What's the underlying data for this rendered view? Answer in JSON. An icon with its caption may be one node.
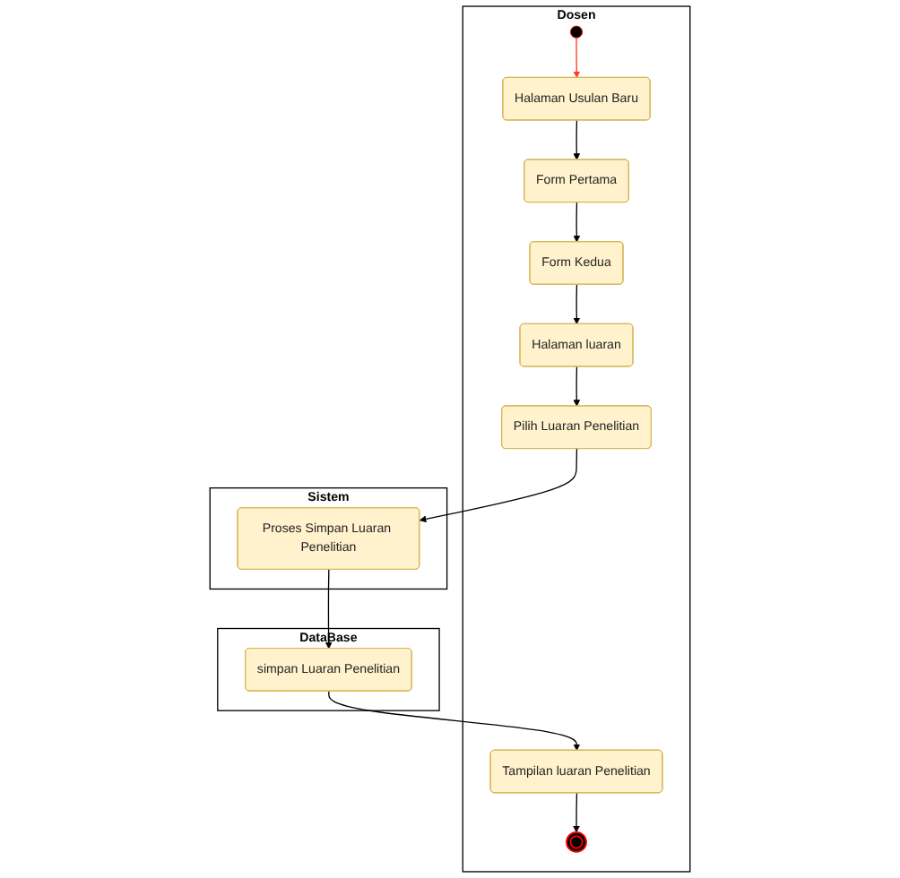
{
  "diagram": {
    "nodes": [
      {
        "text": [
          "Dosen"
        ]
      },
      {
        "text": [
          "Sistem"
        ]
      },
      {
        "text": [
          "DataBase"
        ]
      },
      {
        "text": [],
        "shape": "circle",
        "in": 0
      },
      {
        "text": [
          "Halaman Usulan Baru"
        ],
        "in": 0
      },
      {
        "text": [
          "Form Pertama"
        ],
        "in": 0
      },
      {
        "text": [
          "Form Kedua"
        ],
        "in": 0
      },
      {
        "text": [
          "Halaman luaran"
        ],
        "in": 0
      },
      {
        "text": [
          "Pilih Luaran Penelitian"
        ],
        "in": 0
      },
      {
        "text": [
          "Proses Simpan Luaran Penelitian"
        ],
        "in": 1
      },
      {
        "text": [
          "simpan Luaran Penelitian"
        ],
        "in": 2
      },
      {
        "text": [
          "Tampilan luaran Penelitian"
        ],
        "in": 0
      },
      {
        "text": [],
        "shape": "circle",
        "in": 0
      }
    ],
    "edges": [
      {
        "from": 3,
        "to": 4,
        "arrow": "to",
        "color": "#ff3d1f"
      },
      {
        "from": 4,
        "to": 5,
        "arrow": "to"
      },
      {
        "from": 5,
        "to": 6,
        "arrow": "to"
      },
      {
        "from": 6,
        "to": 7,
        "arrow": "to"
      },
      {
        "from": 7,
        "to": 8,
        "arrow": "to"
      },
      {
        "from": 8,
        "to": 9,
        "arrow": "to"
      },
      {
        "from": 9,
        "to": 10,
        "arrow": "to"
      },
      {
        "from": 10,
        "to": 11,
        "arrow": "to"
      },
      {
        "from": 11,
        "to": 12,
        "arrow": "to"
      }
    ]
  }
}
